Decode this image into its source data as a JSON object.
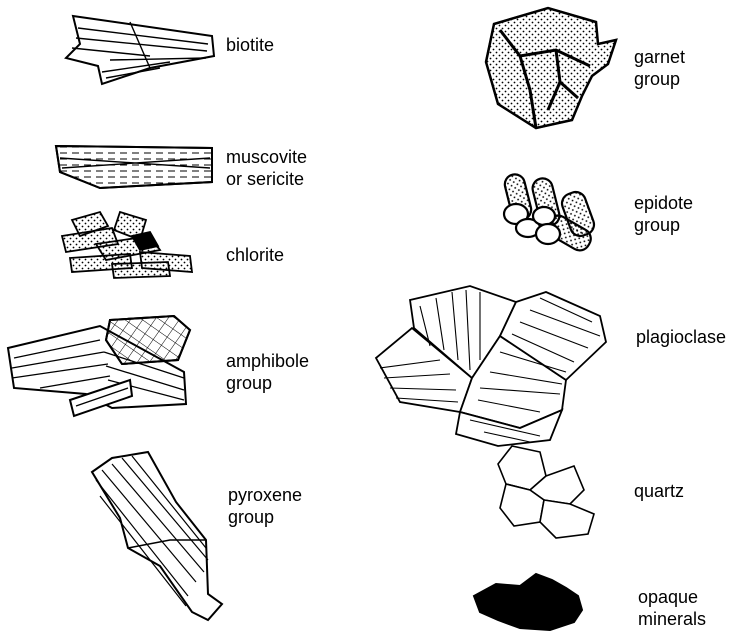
{
  "minerals": [
    {
      "id": "biotite",
      "lines": [
        "biotite"
      ]
    },
    {
      "id": "muscovite",
      "lines": [
        "muscovite",
        "or sericite"
      ]
    },
    {
      "id": "chlorite",
      "lines": [
        "chlorite"
      ]
    },
    {
      "id": "amphibole",
      "lines": [
        "amphibole",
        "group"
      ]
    },
    {
      "id": "pyroxene",
      "lines": [
        "pyroxene",
        "group"
      ]
    },
    {
      "id": "garnet",
      "lines": [
        "garnet",
        "group"
      ]
    },
    {
      "id": "epidote",
      "lines": [
        "epidote",
        "group"
      ]
    },
    {
      "id": "plagioclase",
      "lines": [
        "plagioclase"
      ]
    },
    {
      "id": "quartz",
      "lines": [
        "quartz"
      ]
    },
    {
      "id": "opaque",
      "lines": [
        "opaque",
        "minerals"
      ]
    }
  ]
}
